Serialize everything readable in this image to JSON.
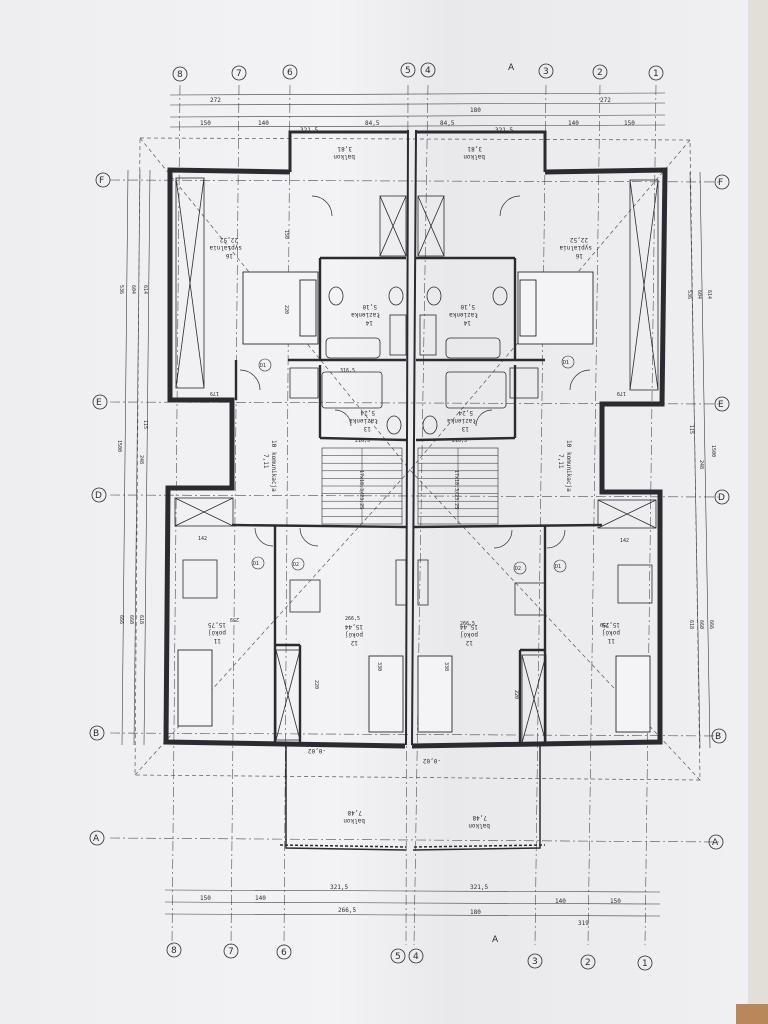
{
  "grid": {
    "columns_top": [
      "8",
      "7",
      "6",
      "5",
      "4",
      "3",
      "2",
      "1"
    ],
    "columns_bottom": [
      "8",
      "7",
      "6",
      "5",
      "4",
      "3",
      "2",
      "1"
    ],
    "rows_left": [
      "F",
      "E",
      "D",
      "B",
      "A"
    ],
    "rows_right": [
      "F",
      "E",
      "D",
      "B",
      "A"
    ],
    "section_marker": "A"
  },
  "dimensions": {
    "top_row1": [
      "321,5",
      "321,5"
    ],
    "top_row2": [
      "150",
      "140",
      "84,5",
      "84,5",
      "140",
      "150"
    ],
    "top_row3": [
      "272",
      "180",
      "272"
    ],
    "bottom_row1": [
      "321,5",
      "321,5"
    ],
    "bottom_row2": [
      "150",
      "140",
      "140",
      "150"
    ],
    "bottom_row3": [
      "266,5",
      "180",
      "319"
    ],
    "left_side": [
      "536",
      "604",
      "614",
      "115",
      "1500",
      "248",
      "618",
      "660",
      "666"
    ],
    "right_side": [
      "536",
      "604",
      "614",
      "115",
      "1500",
      "248",
      "618",
      "660",
      "666"
    ]
  },
  "rooms": [
    {
      "id": "balcony-top-left",
      "num": "",
      "name": "balkon",
      "area": "3,81"
    },
    {
      "id": "balcony-top-right",
      "num": "",
      "name": "balkon",
      "area": "3,81"
    },
    {
      "id": "bedroom-16",
      "num": "16",
      "name": "sypialnia",
      "area": "22,52"
    },
    {
      "id": "bedroom-16-right",
      "num": "16",
      "name": "sypialnia",
      "area": "22,52"
    },
    {
      "id": "bath-14-left",
      "num": "14",
      "name": "łazienka",
      "area": "5,10"
    },
    {
      "id": "bath-14-right",
      "num": "14",
      "name": "łazienka",
      "area": "5,10"
    },
    {
      "id": "bath-13-left",
      "num": "13",
      "name": "łazienka",
      "area": "5,24"
    },
    {
      "id": "bath-13-right",
      "num": "13",
      "name": "łazienka",
      "area": "5,24"
    },
    {
      "id": "comm-10-left",
      "num": "10",
      "name": "komunikacja",
      "area": "7,11"
    },
    {
      "id": "comm-10-right",
      "num": "10",
      "name": "komunikacja",
      "area": "7,11"
    },
    {
      "id": "room-11-left",
      "num": "11",
      "name": "pokój",
      "area": "15,75"
    },
    {
      "id": "room-11-right",
      "num": "11",
      "name": "pokój",
      "area": "15,75"
    },
    {
      "id": "room-12-left",
      "num": "12",
      "name": "pokój",
      "area": "15,44"
    },
    {
      "id": "room-12-right",
      "num": "12",
      "name": "pokój",
      "area": "15,44"
    },
    {
      "id": "balcony-bottom-left",
      "num": "",
      "name": "balkon",
      "area": "7,48"
    },
    {
      "id": "balcony-bottom-right",
      "num": "",
      "name": "balkon",
      "area": "7,48"
    }
  ],
  "stairs": {
    "left": "17x18,3/23,25",
    "right": "17x18,3/23,25"
  },
  "levels": {
    "left": "-0,02",
    "right": "-0,02"
  },
  "door_tags": [
    "D1",
    "D1",
    "D1",
    "D1",
    "D2",
    "D2"
  ],
  "inner_dims": [
    "150",
    "220",
    "179",
    "179",
    "316,5",
    "216,5",
    "216,5",
    "266,5",
    "266,5",
    "330",
    "330",
    "220",
    "220",
    "142",
    "142",
    "259",
    "259"
  ]
}
